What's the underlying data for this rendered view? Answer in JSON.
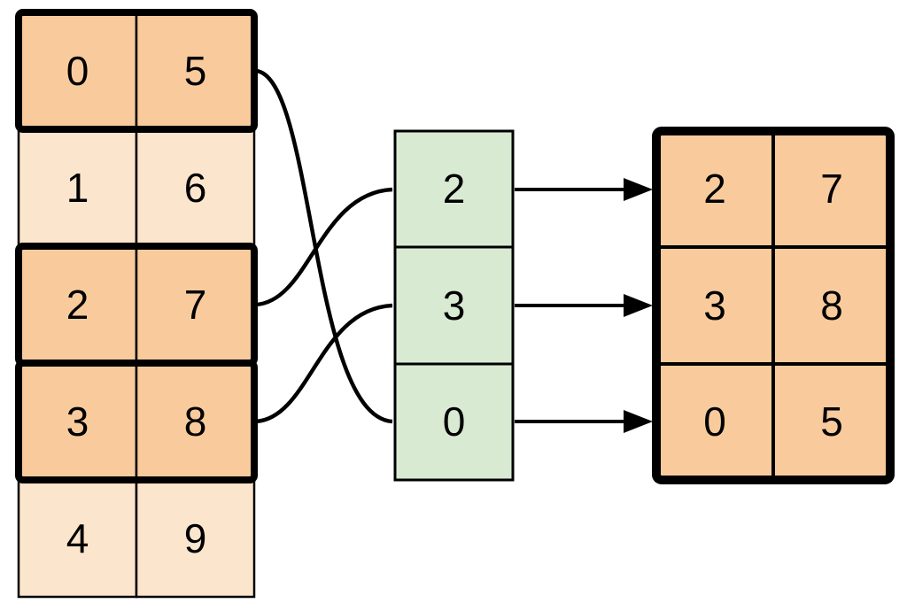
{
  "colors": {
    "highlighted_cell_fill": "#f9cb9c",
    "unhighlighted_cell_fill": "#fce5cd",
    "index_cell_fill": "#d9ead3",
    "stroke": "#000000",
    "background": "#ffffff"
  },
  "source_table": {
    "rows": [
      {
        "cells": [
          "0",
          "5"
        ],
        "highlighted": true
      },
      {
        "cells": [
          "1",
          "6"
        ],
        "highlighted": false
      },
      {
        "cells": [
          "2",
          "7"
        ],
        "highlighted": true
      },
      {
        "cells": [
          "3",
          "8"
        ],
        "highlighted": true
      },
      {
        "cells": [
          "4",
          "9"
        ],
        "highlighted": false
      }
    ]
  },
  "index_column": {
    "values": [
      "2",
      "3",
      "0"
    ]
  },
  "result_table": {
    "rows": [
      {
        "cells": [
          "2",
          "7"
        ]
      },
      {
        "cells": [
          "3",
          "8"
        ]
      },
      {
        "cells": [
          "0",
          "5"
        ]
      }
    ]
  },
  "connections": {
    "curves": [
      {
        "from_source_row": 0,
        "to_index_value": "0"
      },
      {
        "from_source_row": 2,
        "to_index_value": "2"
      },
      {
        "from_source_row": 3,
        "to_index_value": "3"
      }
    ],
    "arrows": [
      {
        "from_index_value": "2",
        "to_result_row": 0
      },
      {
        "from_index_value": "3",
        "to_result_row": 1
      },
      {
        "from_index_value": "0",
        "to_result_row": 2
      }
    ]
  }
}
